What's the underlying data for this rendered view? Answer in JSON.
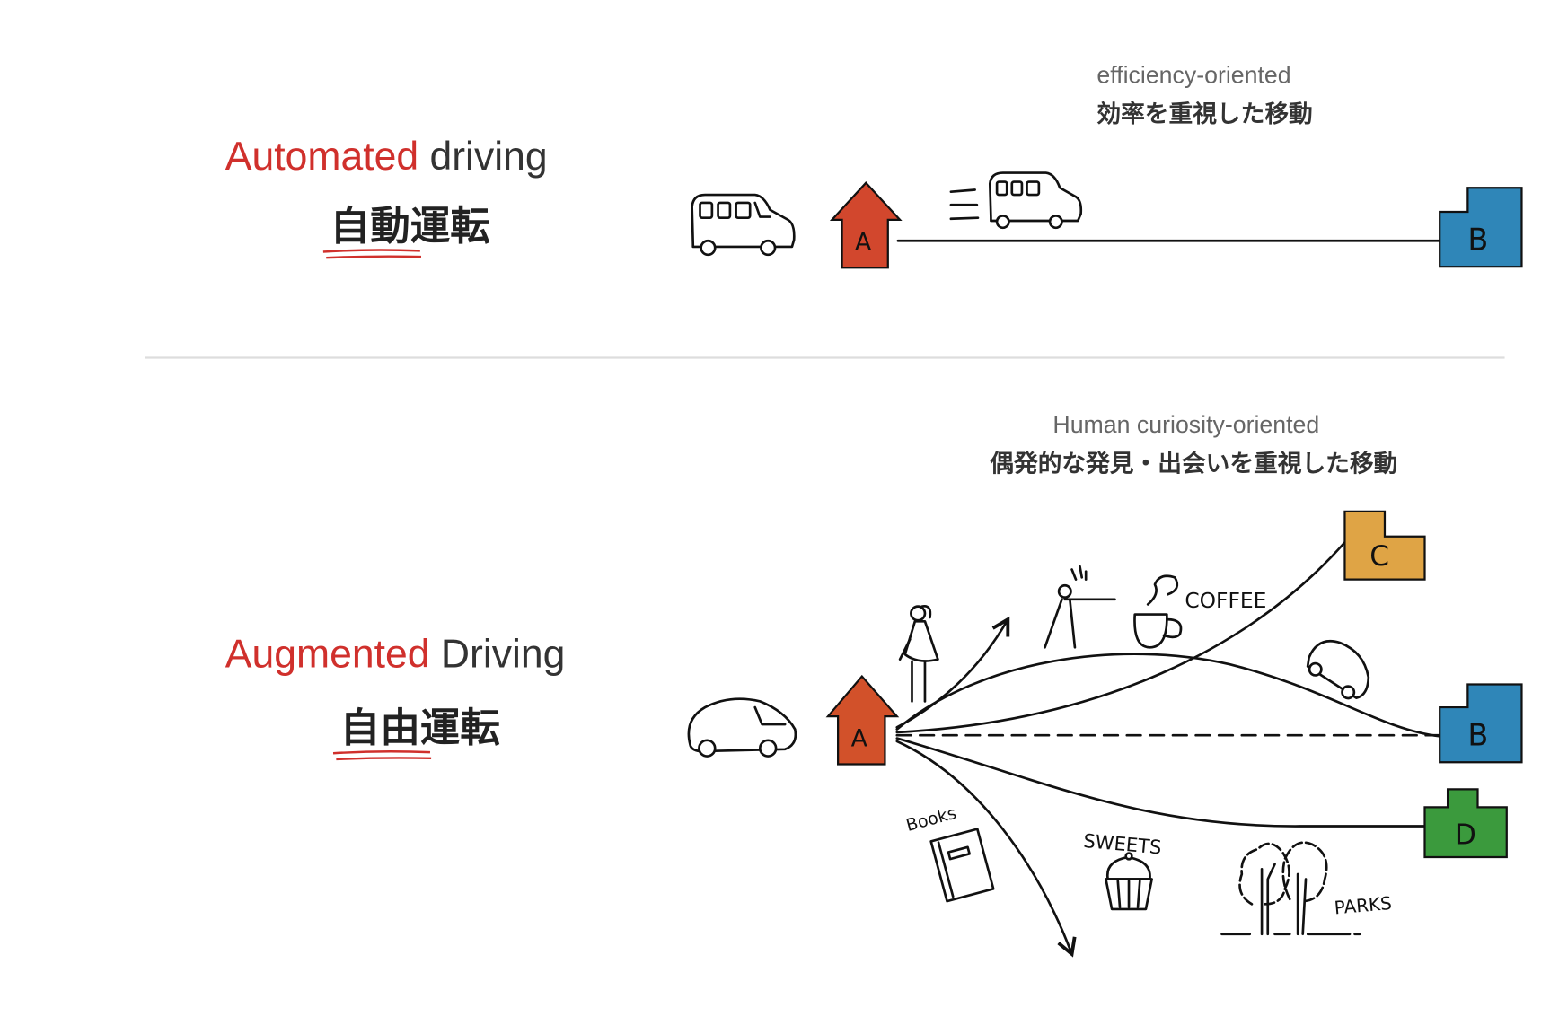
{
  "automated": {
    "title_accent": "Automated",
    "title_rest": " driving",
    "title_jp": "自動運転",
    "caption_en": "efficiency-oriented",
    "caption_jp": "効率を重視した移動",
    "start_label": "A",
    "end_label": "B"
  },
  "augmented": {
    "title_accent": "Augmented",
    "title_rest": " Driving",
    "title_jp": "自由運転",
    "caption_en": "Human curiosity-oriented",
    "caption_jp": "偶発的な発見・出会いを重視した移動",
    "start_label": "A",
    "dest_labels": {
      "b": "B",
      "c": "C",
      "d": "D"
    },
    "spots": {
      "coffee": "COFFEE",
      "books": "Books",
      "sweets": "SWEETS",
      "parks": "PARKS"
    }
  },
  "colors": {
    "accent_red": "#d0302c",
    "house": "#d2472d",
    "dest_b": "#2f86b8",
    "dest_c": "#dfa445",
    "dest_d": "#3b9a3d",
    "divider": "#dddddd"
  }
}
